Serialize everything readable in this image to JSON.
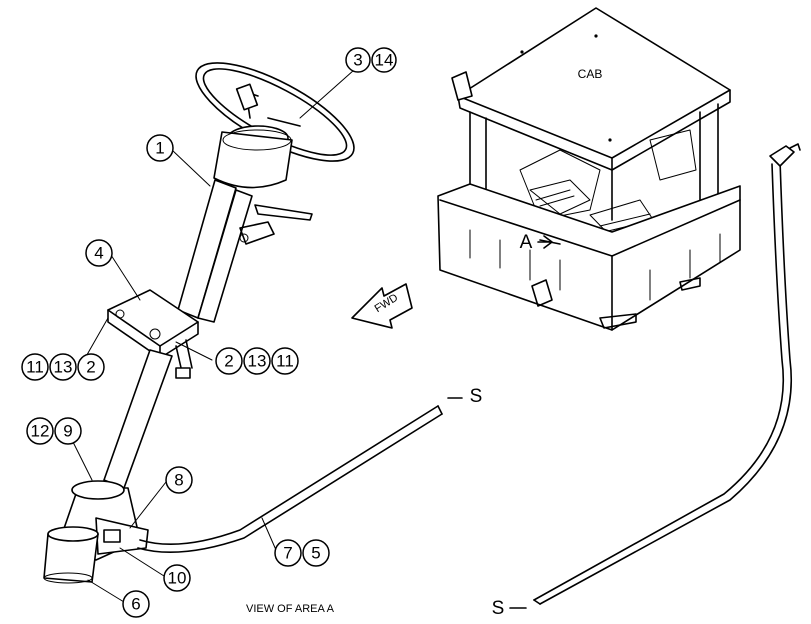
{
  "labels": {
    "cab": "CAB",
    "area_a": "A",
    "fwd": "FWD",
    "section_top": "S",
    "section_bottom": "S",
    "view_caption": "VIEW OF AREA A"
  },
  "callouts": {
    "c1": "1",
    "c2a": "2",
    "c2b": "2",
    "c3": "3",
    "c4": "4",
    "c5": "5",
    "c6": "6",
    "c7": "7",
    "c8": "8",
    "c9": "9",
    "c10": "10",
    "c11a": "11",
    "c11b": "11",
    "c12": "12",
    "c13a": "13",
    "c13b": "13",
    "c14": "14"
  }
}
